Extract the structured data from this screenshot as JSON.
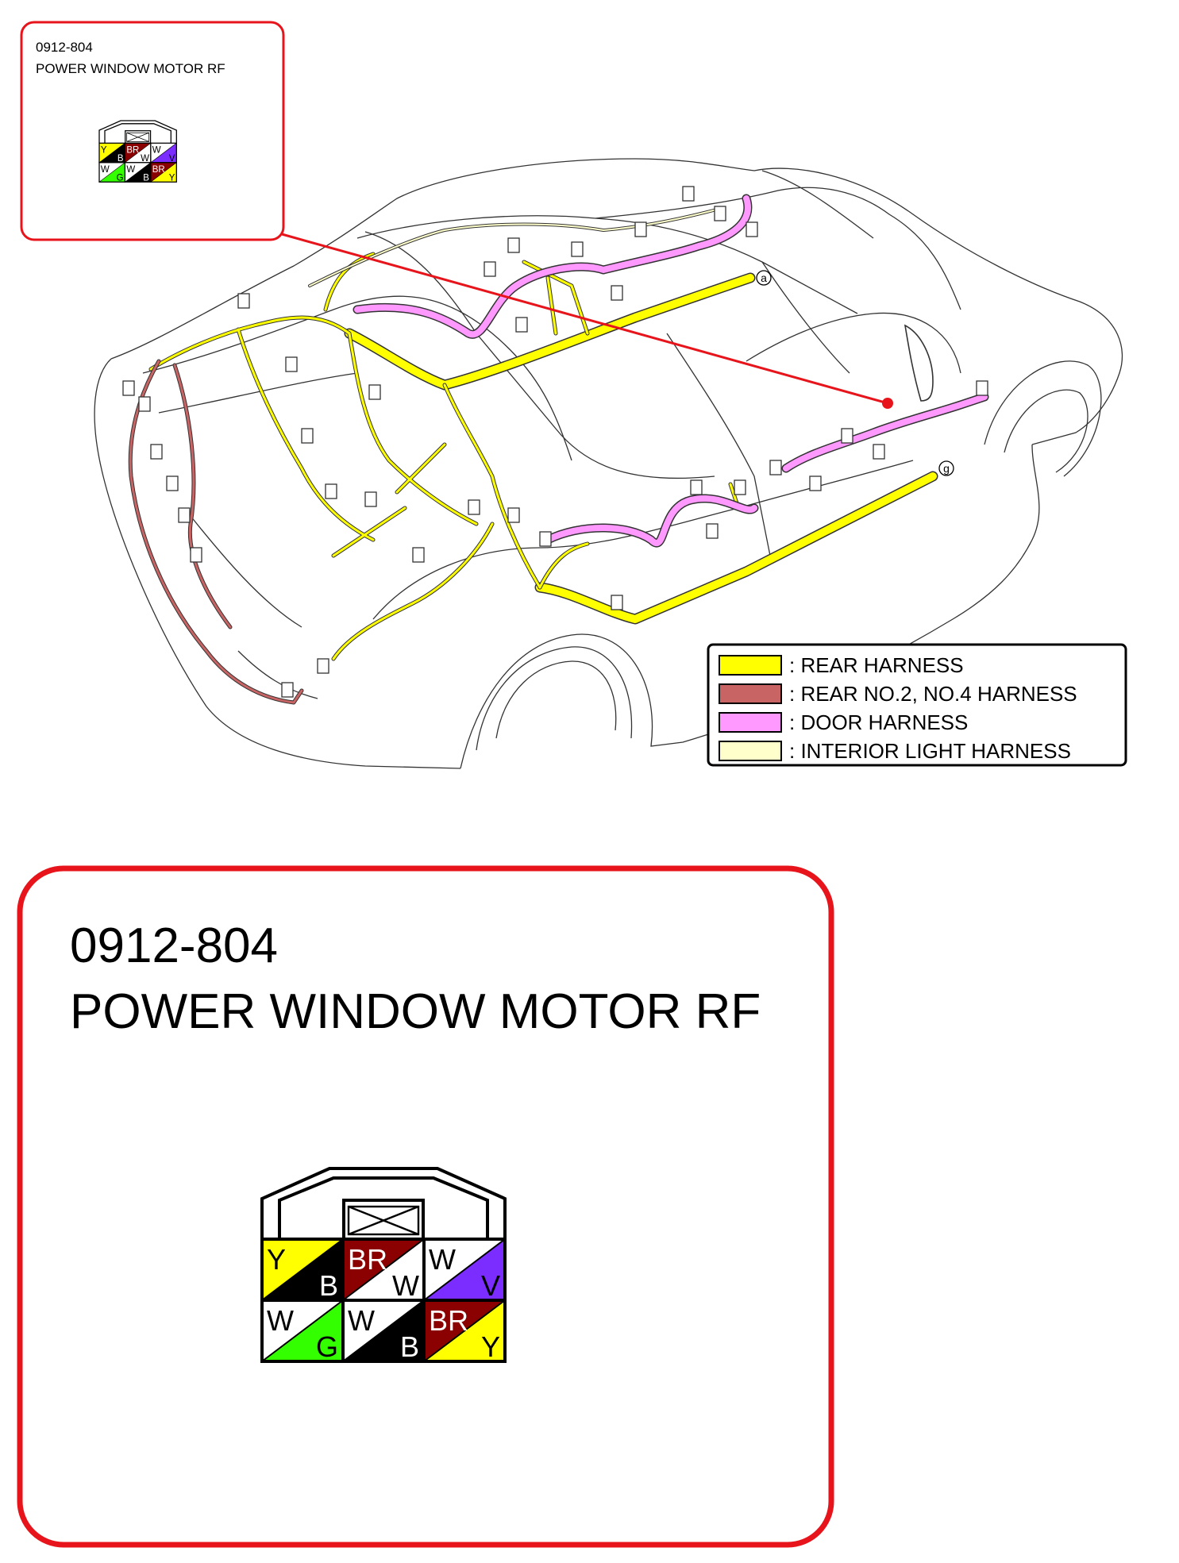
{
  "callout_small": {
    "code": "0912-804",
    "title": "POWER WINDOW MOTOR RF"
  },
  "callout_large": {
    "code": "0912-804",
    "title": "POWER WINDOW MOTOR RF"
  },
  "connector": {
    "pins": [
      {
        "top": "Y",
        "bottom": "B",
        "top_color": "#ffff00",
        "bottom_color": "#000000",
        "top_text_color": "#000000",
        "bottom_text_color": "#ffffff"
      },
      {
        "top": "BR",
        "bottom": "W",
        "top_color": "#8b0000",
        "bottom_color": "#ffffff",
        "top_text_color": "#ffffff",
        "bottom_text_color": "#000000"
      },
      {
        "top": "W",
        "bottom": "V",
        "top_color": "#ffffff",
        "bottom_color": "#7b2cff",
        "top_text_color": "#000000",
        "bottom_text_color": "#000000"
      },
      {
        "top": "W",
        "bottom": "G",
        "top_color": "#ffffff",
        "bottom_color": "#33ff00",
        "top_text_color": "#000000",
        "bottom_text_color": "#000000"
      },
      {
        "top": "W",
        "bottom": "B",
        "top_color": "#ffffff",
        "bottom_color": "#000000",
        "top_text_color": "#000000",
        "bottom_text_color": "#ffffff"
      },
      {
        "top": "BR",
        "bottom": "Y",
        "top_color": "#8b0000",
        "bottom_color": "#ffff00",
        "top_text_color": "#ffffff",
        "bottom_text_color": "#000000"
      }
    ]
  },
  "legend": {
    "items": [
      {
        "label": ": REAR HARNESS",
        "color": "#ffff00"
      },
      {
        "label": ": REAR NO.2, NO.4 HARNESS",
        "color": "#c86464"
      },
      {
        "label": ": DOOR HARNESS",
        "color": "#ff99ff"
      },
      {
        "label": ": INTERIOR LIGHT HARNESS",
        "color": "#ffffcc"
      }
    ]
  },
  "markers": {
    "a": "a",
    "g": "g"
  },
  "colors": {
    "callout_border": "#e8141b",
    "leader_line": "#e8141b",
    "rear_harness": "#ffff00",
    "rear_no2_harness": "#c86464",
    "door_harness": "#ff99ff",
    "interior_light_harness": "#ffffcc"
  }
}
